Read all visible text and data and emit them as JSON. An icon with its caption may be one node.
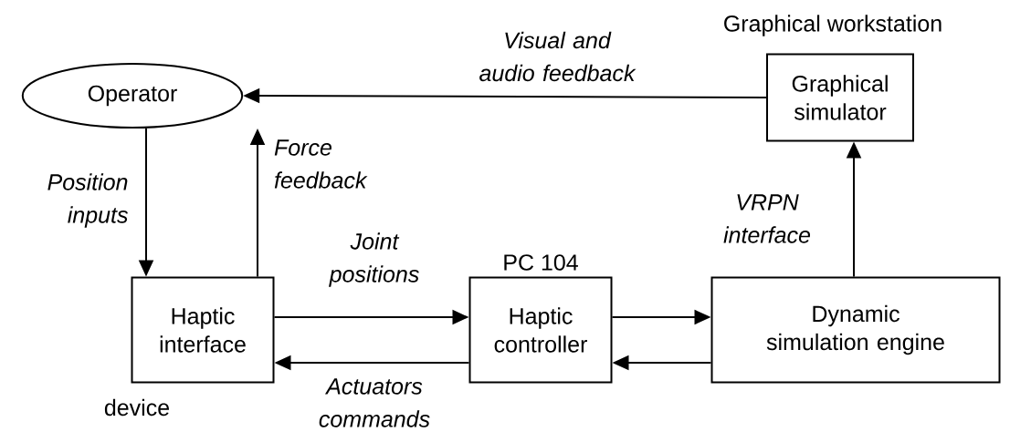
{
  "diagram": {
    "nodes": [
      {
        "text": [
          "Operator"
        ]
      },
      {
        "text": [
          "Graphical simulator"
        ],
        "beside": [
          "Graphical workstation"
        ]
      },
      {
        "text": [
          "Haptic interface"
        ],
        "beside": [
          "device"
        ]
      },
      {
        "text": [
          "Haptic controller"
        ],
        "beside": [
          "PC 104"
        ]
      },
      {
        "text": [
          "Dynamic simulation engine"
        ]
      }
    ],
    "edges": [
      {
        "from": 1,
        "to": 0,
        "arrow": "to",
        "label": "Visual and audio feedback"
      },
      {
        "from": 0,
        "to": 2,
        "arrow": "to",
        "label": "Position inputs"
      },
      {
        "from": 2,
        "to": 0,
        "arrow": "to",
        "label": "Force feedback"
      },
      {
        "from": 2,
        "to": 3,
        "arrow": "to",
        "label": "Joint positions"
      },
      {
        "from": 3,
        "to": 2,
        "arrow": "to",
        "label": "Actuators commands"
      },
      {
        "from": 3,
        "to": 4,
        "arrow": "to"
      },
      {
        "from": 4,
        "to": 3,
        "arrow": "to"
      },
      {
        "from": 4,
        "to": 1,
        "arrow": "to",
        "label": "VRPN interface"
      }
    ]
  }
}
